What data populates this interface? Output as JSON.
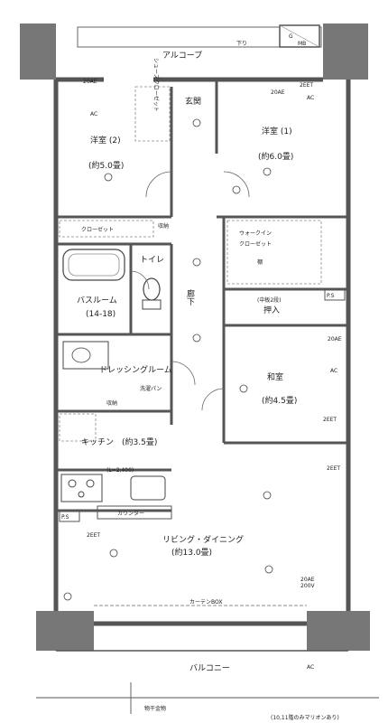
{
  "rooms": {
    "alcove": "アルコーブ",
    "entrance": "玄関",
    "shoes_closet": "シューズクローゼット",
    "western1_name": "洋室 (1)",
    "western1_size": "(約6.0畳)",
    "western2_name": "洋室 (2)",
    "western2_size": "(約5.0畳)",
    "closet": "クローゼット",
    "storage": "収納",
    "shelf": "棚",
    "walkin_line1": "ウォークイン",
    "walkin_line2": "クローゼット",
    "toilet": "トイレ",
    "hallway": "廊下",
    "bath_name": "バスルーム",
    "bath_size": "(14-18)",
    "oshiire_note": "(中板2段)",
    "oshiire": "押入",
    "dressing": "ドレッシングルーム",
    "laundry_pan": "洗濯パン",
    "washroom_storage": "収納",
    "washitsu_name": "和室",
    "washitsu_size": "(約4.5畳)",
    "kitchen_name": "キッチン",
    "kitchen_size": "(約3.5畳)",
    "counter": "カウンター",
    "kitchen_length": "(L=2,400)",
    "living_name": "リビング・ダイニング",
    "living_size": "(約13.0畳)",
    "curtain_box": "カーテンBOX",
    "balcony": "バルコニー",
    "stairs": "下り",
    "meter_box": "MB",
    "gas": "G",
    "aircon": "AC",
    "ps": "P.S",
    "outlet_2eet": "2EET",
    "outlet_20ae": "20AE",
    "outlet_200v": "200V"
  },
  "notes": {
    "drainage": "物干金物",
    "mullion": "(10,11階のみマリオンあり)"
  }
}
